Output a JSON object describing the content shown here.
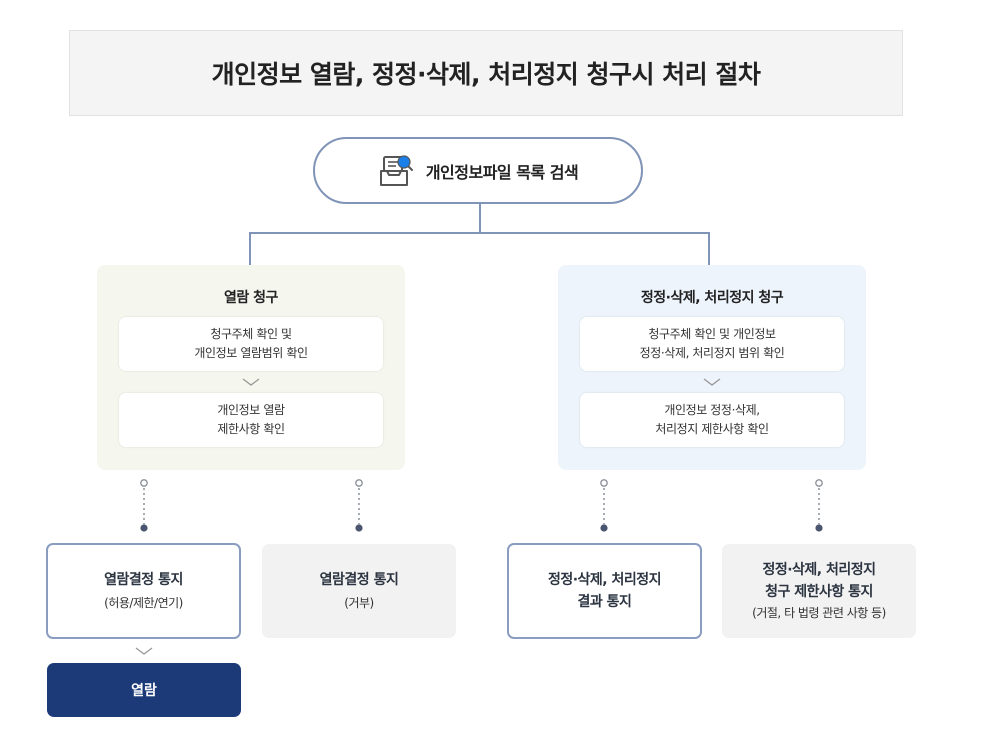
{
  "title": "개인정보 열람, 정정·삭제, 처리정지 청구시 처리 절차",
  "start": {
    "label": "개인정보파일 목록 검색",
    "icon": "file-search-icon"
  },
  "groups": [
    {
      "title": "열람 청구",
      "steps": [
        {
          "lines": [
            "청구주체 확인 및",
            "개인정보 열람범위 확인"
          ]
        },
        {
          "lines": [
            "개인정보 열람",
            "제한사항 확인"
          ]
        }
      ]
    },
    {
      "title": "정정·삭제, 처리정지 청구",
      "steps": [
        {
          "lines": [
            "청구주체 확인 및 개인정보",
            "정정·삭제, 처리정지 범위 확인"
          ]
        },
        {
          "lines": [
            "개인정보 정정·삭제,",
            "처리정지 제한사항 확인"
          ]
        }
      ]
    }
  ],
  "results": [
    {
      "main": [
        "열람결정 통지"
      ],
      "sub": "(허용/제한/연기)"
    },
    {
      "main": [
        "열람결정 통지"
      ],
      "sub": "(거부)"
    },
    {
      "main": [
        "정정·삭제, 처리정지",
        "결과 통지"
      ],
      "sub": ""
    },
    {
      "main": [
        "정정·삭제, 처리정지",
        "청구 제한사항 통지"
      ],
      "sub": "(거절, 타 법령 관련 사항 등)"
    }
  ],
  "final": {
    "label": "열람"
  },
  "colors": {
    "connector": "#8094b8",
    "left_group_bg": "#f5f7ef",
    "right_group_bg": "#edf4fc",
    "final_bg": "#1c3a78",
    "icon_accent": "#1a7fe8"
  }
}
